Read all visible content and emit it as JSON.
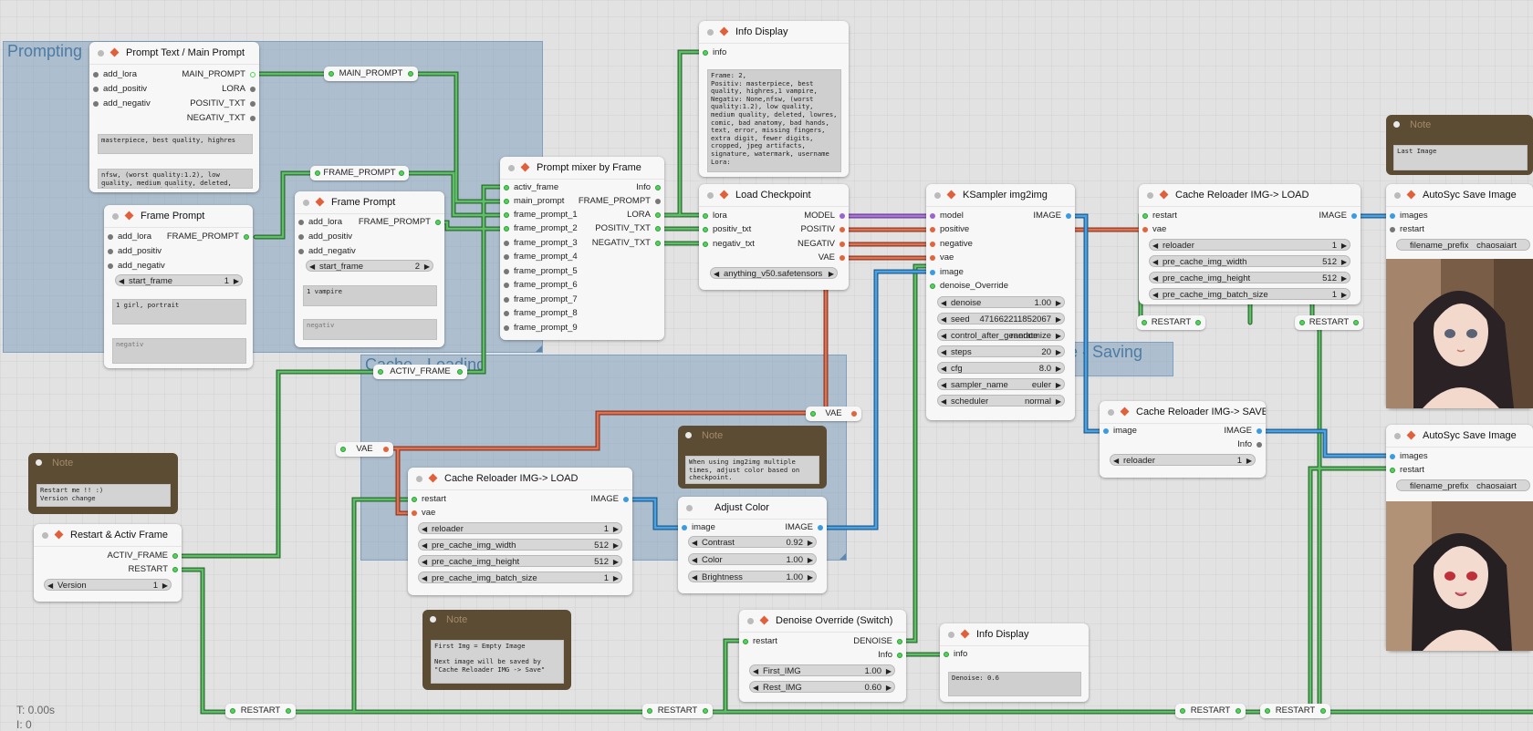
{
  "groups": [
    {
      "title": "Prompting"
    },
    {
      "title": "Cache - Loading"
    },
    {
      "title": "Cache - Saving"
    }
  ],
  "nodes": {
    "prompt_main": {
      "title": "Prompt Text / Main Prompt",
      "inputs": [
        "add_lora",
        "add_positiv",
        "add_negativ"
      ],
      "outputs": [
        "MAIN_PROMPT",
        "LORA",
        "POSITIV_TXT",
        "NEGATIV_TXT"
      ],
      "positive_text": "masterpiece, best quality, highres",
      "negative_text": "nfsw, (worst quality:1.2), low quality, medium quality, deleted, lowres, comic, bad hands"
    },
    "frame_prompt_1": {
      "title": "Frame Prompt",
      "inputs": [
        "add_lora",
        "add_positiv",
        "add_negativ"
      ],
      "outputs": [
        "FRAME_PROMPT"
      ],
      "start_frame_label": "start_frame",
      "start_frame_value": "1",
      "positive_text": "1 girl, portrait",
      "negative_placeholder": "negativ"
    },
    "frame_prompt_2": {
      "title": "Frame Prompt",
      "inputs": [
        "add_lora",
        "add_positiv",
        "add_negativ"
      ],
      "outputs": [
        "FRAME_PROMPT"
      ],
      "start_frame_label": "start_frame",
      "start_frame_value": "2",
      "positive_text": "1 vampire",
      "negative_placeholder": "negativ"
    },
    "prompt_mixer": {
      "title": "Prompt mixer by Frame",
      "inputs": [
        "activ_frame",
        "main_prompt",
        "frame_prompt_1",
        "frame_prompt_2",
        "frame_prompt_3",
        "frame_prompt_4",
        "frame_prompt_5",
        "frame_prompt_6",
        "frame_prompt_7",
        "frame_prompt_8",
        "frame_prompt_9"
      ],
      "outputs": [
        "Info",
        "FRAME_PROMPT",
        "LORA",
        "POSITIV_TXT",
        "NEGATIV_TXT"
      ]
    },
    "info_display_top": {
      "title": "Info Display",
      "inputs": [
        "info"
      ],
      "text": "Frame: 2,\nPositiv: masterpiece, best quality, highres,1 vampire,\nNegativ: None,nfsw, (worst quality:1.2), low quality, medium quality, deleted, lowres, comic, bad anatomy, bad hands, text, error, missing fingers, extra digit, fewer digits, cropped, jpeg artifacts, signature, watermark, username\nLora:"
    },
    "load_checkpoint": {
      "title": "Load Checkpoint",
      "inputs": [
        "lora",
        "positiv_txt",
        "negativ_txt"
      ],
      "outputs": [
        "MODEL",
        "POSITIV",
        "NEGATIV",
        "VAE"
      ],
      "ckpt_value": "anything_v50.safetensors"
    },
    "ksampler": {
      "title": "KSampler img2img",
      "inputs": [
        "model",
        "positive",
        "negative",
        "vae",
        "image",
        "denoise_Override"
      ],
      "outputs": [
        "IMAGE"
      ],
      "widgets": [
        {
          "label": "denoise",
          "value": "1.00"
        },
        {
          "label": "seed",
          "value": "471662211852067"
        },
        {
          "label": "control_after_generate",
          "value": "randomize"
        },
        {
          "label": "steps",
          "value": "20"
        },
        {
          "label": "cfg",
          "value": "8.0"
        },
        {
          "label": "sampler_name",
          "value": "euler"
        },
        {
          "label": "scheduler",
          "value": "normal"
        }
      ]
    },
    "cache_load_top": {
      "title": "Cache Reloader IMG-> LOAD",
      "inputs": [
        "restart",
        "vae"
      ],
      "outputs": [
        "IMAGE"
      ],
      "widgets": [
        {
          "label": "reloader",
          "value": "1"
        },
        {
          "label": "pre_cache_img_width",
          "value": "512"
        },
        {
          "label": "pre_cache_img_height",
          "value": "512"
        },
        {
          "label": "pre_cache_img_batch_size",
          "value": "1"
        }
      ]
    },
    "autosave_1": {
      "title": "AutoSyc Save Image",
      "inputs": [
        "images",
        "restart"
      ],
      "prefix_label": "filename_prefix",
      "prefix_value": "chaosaiart"
    },
    "autosave_2": {
      "title": "AutoSyc Save Image",
      "inputs": [
        "images",
        "restart"
      ],
      "prefix_label": "filename_prefix",
      "prefix_value": "chaosaiart"
    },
    "cache_save": {
      "title": "Cache Reloader IMG-> SAVE",
      "inputs": [
        "image"
      ],
      "outputs": [
        "IMAGE",
        "Info"
      ],
      "reloader_label": "reloader",
      "reloader_value": "1"
    },
    "cache_load_mid": {
      "title": "Cache Reloader IMG-> LOAD",
      "inputs": [
        "restart",
        "vae"
      ],
      "outputs": [
        "IMAGE"
      ],
      "widgets": [
        {
          "label": "reloader",
          "value": "1"
        },
        {
          "label": "pre_cache_img_width",
          "value": "512"
        },
        {
          "label": "pre_cache_img_height",
          "value": "512"
        },
        {
          "label": "pre_cache_img_batch_size",
          "value": "1"
        }
      ]
    },
    "adjust_color": {
      "title": "Adjust Color",
      "inputs": [
        "image"
      ],
      "outputs": [
        "IMAGE"
      ],
      "widgets": [
        {
          "label": "Contrast",
          "value": "0.92"
        },
        {
          "label": "Color",
          "value": "1.00"
        },
        {
          "label": "Brightness",
          "value": "1.00"
        }
      ]
    },
    "restart_activ": {
      "title": "Restart & Activ Frame",
      "outputs": [
        "ACTIV_FRAME",
        "RESTART"
      ],
      "version_label": "Version",
      "version_value": "1"
    },
    "denoise_override": {
      "title": "Denoise Override (Switch)",
      "inputs": [
        "restart"
      ],
      "outputs": [
        "DENOISE",
        "Info"
      ],
      "widgets": [
        {
          "label": "First_IMG",
          "value": "1.00"
        },
        {
          "label": "Rest_IMG",
          "value": "0.60"
        }
      ]
    },
    "info_display_bottom": {
      "title": "Info Display",
      "inputs": [
        "info"
      ],
      "text": "Denoise: 0.6"
    }
  },
  "notes": {
    "last_image": {
      "title": "Note",
      "text": "Last Image"
    },
    "restart": {
      "title": "Note",
      "text": "Restart me !! :)\nVersion change"
    },
    "adjust": {
      "title": "Note",
      "text": "When using img2img multiple times, adjust color based on checkpoint."
    },
    "first_img": {
      "title": "Note",
      "text": "First Img = Empty Image\n\nNext image will be saved by\n\"Cache Reloader IMG -> Save\""
    }
  },
  "reroutes": {
    "main_prompt": "MAIN_PROMPT",
    "frame_prompt": "FRAME_PROMPT",
    "activ_frame": "ACTIV_FRAME",
    "vae_left": "VAE",
    "vae_right": "VAE",
    "restart_top_a": "RESTART",
    "restart_top_b": "RESTART",
    "restart_bottom_a": "RESTART",
    "restart_bottom_b": "RESTART",
    "restart_bottom_c": "RESTART",
    "restart_bottom_d": "RESTART"
  },
  "status": {
    "time": "T: 0.00s",
    "index": "I: 0"
  },
  "colors": {
    "link_green": "#4f9a55",
    "link_red": "#d6694a",
    "link_blue": "#3c8fd1",
    "link_purple": "#9a63cf",
    "group_fill": "#8ca4bd"
  }
}
